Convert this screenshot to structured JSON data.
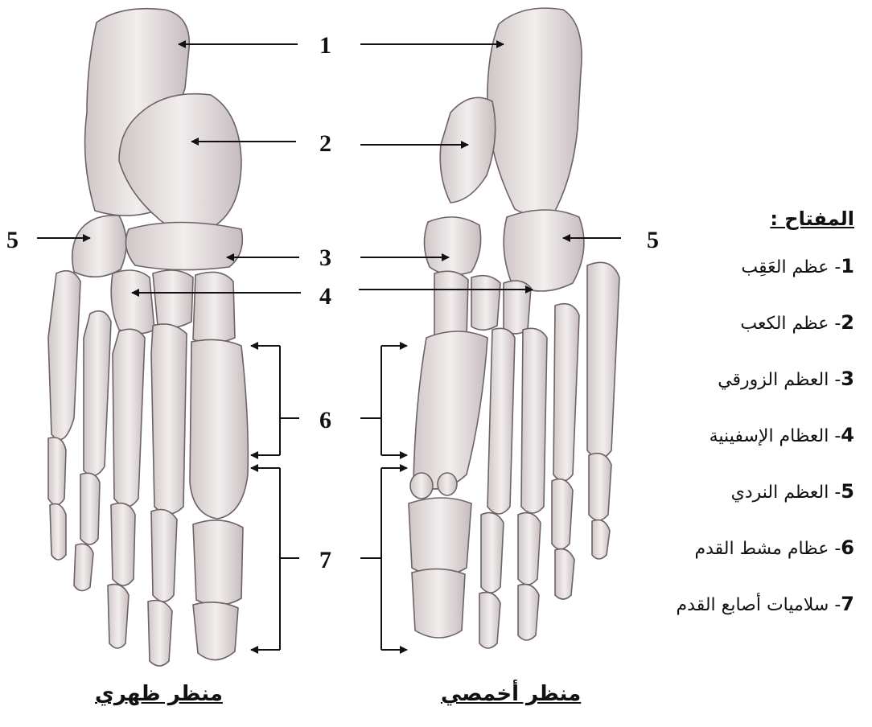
{
  "views": {
    "dorsal": "منظر ظهري",
    "plantar": "منظر أخمصي"
  },
  "legend": {
    "title": "المفتاح :",
    "items": [
      {
        "num": "1",
        "label": "عظم العَقِب"
      },
      {
        "num": "2",
        "label": "عظم الكعب"
      },
      {
        "num": "3",
        "label": "العظم الزورقي"
      },
      {
        "num": "4",
        "label": "العظام الإسفينية"
      },
      {
        "num": "5",
        "label": "العظم النردي"
      },
      {
        "num": "6",
        "label": "عظام مشط القدم"
      },
      {
        "num": "7",
        "label": "سلاميات أصابع القدم"
      }
    ]
  },
  "callouts": [
    "1",
    "2",
    "3",
    "4",
    "5",
    "6",
    "7"
  ],
  "colors": {
    "bone_fill": "#ece8e8",
    "bone_shade": "#b9aeb0",
    "bone_outline": "#6e6265",
    "text": "#111111"
  }
}
